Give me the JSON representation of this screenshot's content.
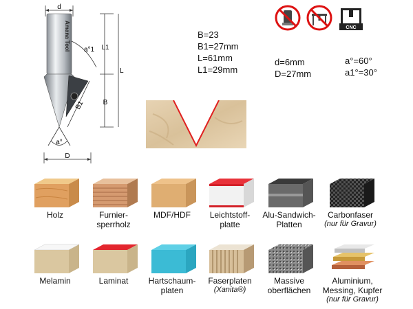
{
  "drawing": {
    "d_label": "d",
    "l1_label": "L1",
    "l_label": "L",
    "b_label": "B",
    "a1_label": "a°1",
    "b1_label": "B1",
    "a_label": "a°",
    "D_label": "D",
    "brand_text": "Amana Tool"
  },
  "usage_icons": [
    {
      "name": "no-handheld-router-icon"
    },
    {
      "name": "no-router-table-icon"
    },
    {
      "name": "cnc-machine-icon",
      "text": "CNC"
    }
  ],
  "specs": {
    "col1": [
      "B=23",
      "B1=27mm",
      "L=61mm",
      "L1=29mm"
    ],
    "col2": [
      "d=6mm",
      "D=27mm"
    ],
    "col3": [
      "a°=60°",
      "a1°=30°"
    ]
  },
  "materials_row1": [
    {
      "label": "Holz",
      "note": ""
    },
    {
      "label": "Furnier-\nsperrholz",
      "note": ""
    },
    {
      "label": "MDF/HDF",
      "note": ""
    },
    {
      "label": "Leichtstoff-\nplatte",
      "note": ""
    },
    {
      "label": "Alu-Sandwich-\nPlatten",
      "note": ""
    },
    {
      "label": "Carbonfaser",
      "note": "(nur für Gravur)"
    }
  ],
  "materials_row2": [
    {
      "label": "Melamin",
      "note": ""
    },
    {
      "label": "Laminat",
      "note": ""
    },
    {
      "label": "Hartschaum-\nplaten",
      "note": ""
    },
    {
      "label": "Faserplaten",
      "note": "(Xanita®)"
    },
    {
      "label": "Massive\noberflächen",
      "note": ""
    },
    {
      "label": "Aluminium,\nMessing, Kupfer",
      "note": "(nur für Gravur)"
    }
  ]
}
